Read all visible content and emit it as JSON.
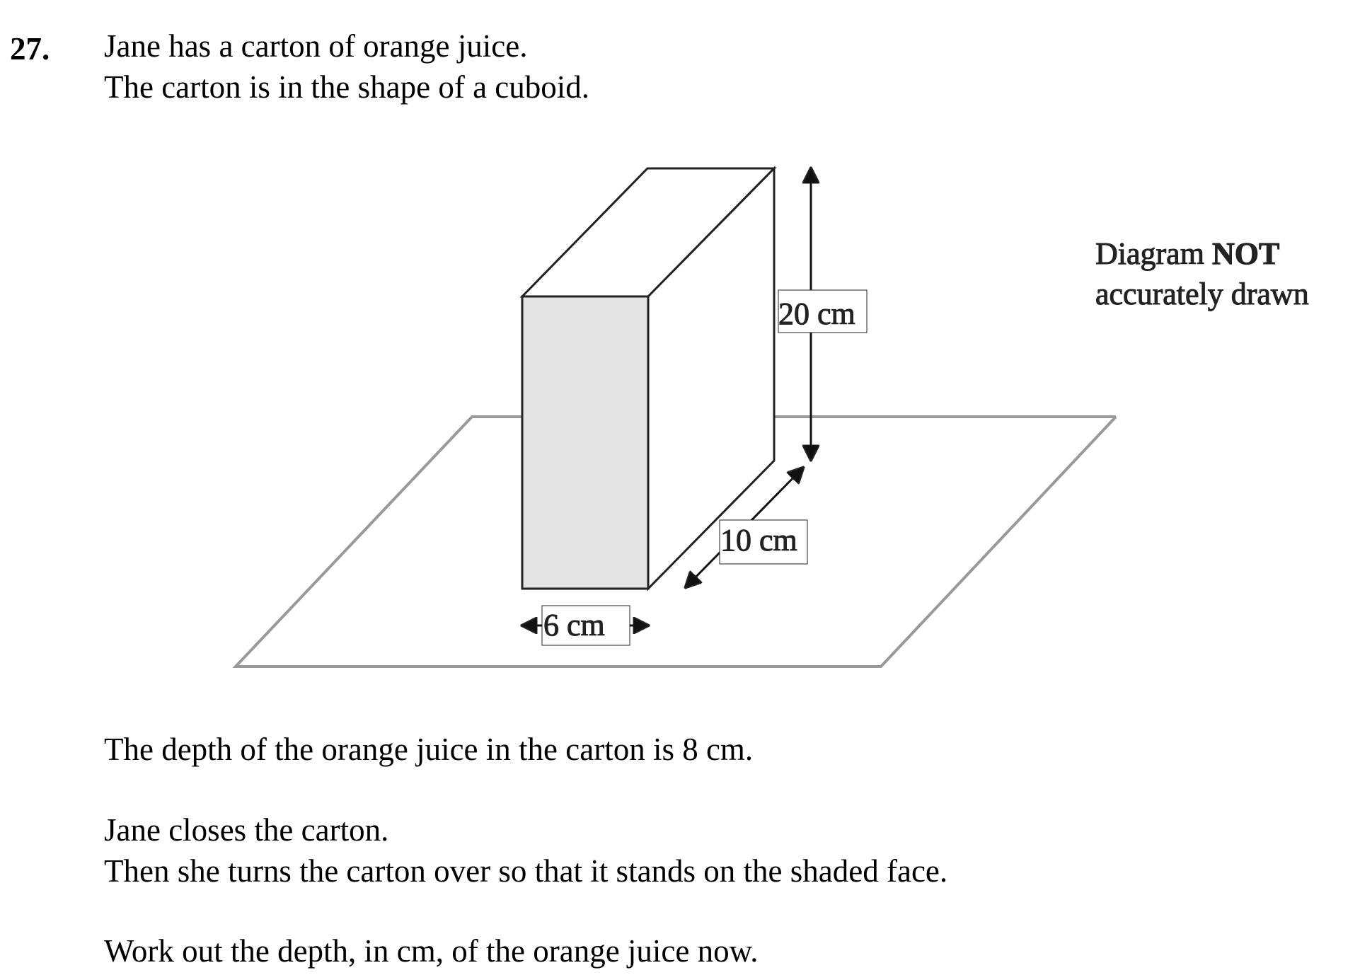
{
  "question": {
    "number": "27.",
    "intro_lines": [
      "Jane has a carton of orange juice.",
      "The carton is in the shape of a cuboid."
    ],
    "depth_line": "The depth of the orange juice in the carton is 8 cm.",
    "turn_lines": [
      "Jane closes the carton.",
      "Then she turns the carton over so that it stands on the shaded face."
    ],
    "task_line": "Work out the depth, in cm, of the orange juice now."
  },
  "diagram": {
    "height_label": "20 cm",
    "depth_label": "10 cm",
    "width_label": "6 cm",
    "note_prefix": "Diagram ",
    "note_bold": "NOT",
    "note_line2": "accurately drawn",
    "colors": {
      "shaded_face": "#e3e3e5",
      "outline": "#222222",
      "floor": "#999999"
    }
  }
}
